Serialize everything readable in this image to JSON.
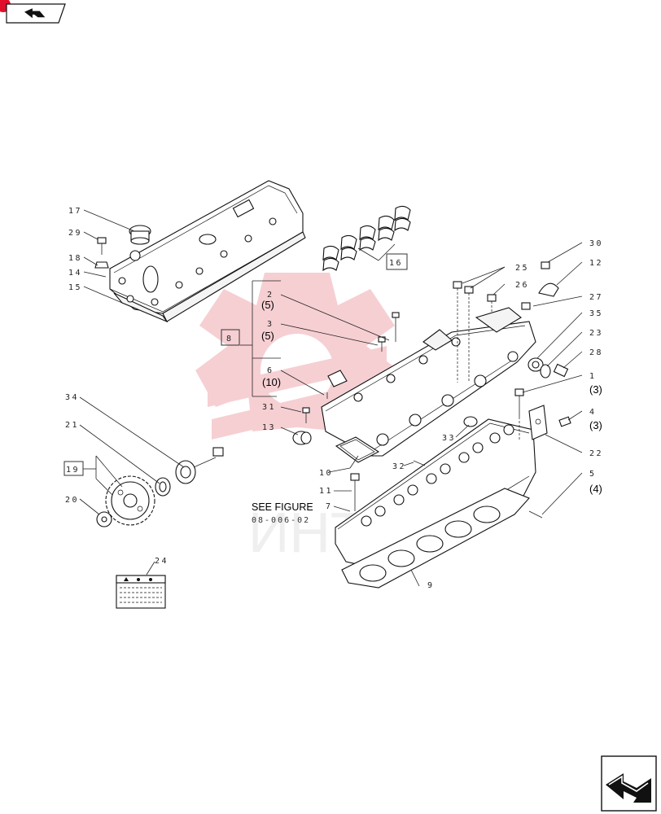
{
  "nav": {
    "back_icon": "return-arrow-icon",
    "next_icon": "return-arrow-icon",
    "marker_color": "#e0102b"
  },
  "watermark": {
    "text": "ИНТ",
    "color": "#f0a8b0"
  },
  "parts": {
    "p1": "1",
    "p2": "2",
    "p3": "3",
    "p4": "4",
    "p5": "5",
    "p6": "6",
    "p7": "7",
    "p9": "9",
    "p10": "10",
    "p11": "11",
    "p12": "12",
    "p13": "13",
    "p14": "14",
    "p15": "15",
    "p17": "17",
    "p18": "18",
    "p20": "20",
    "p21": "21",
    "p22": "22",
    "p23": "23",
    "p24": "24",
    "p25": "25",
    "p26": "26",
    "p27": "27",
    "p28": "28",
    "p29": "29",
    "p30": "30",
    "p31": "31",
    "p32": "32",
    "p33": "33",
    "p34": "34",
    "p35": "35"
  },
  "groups": {
    "g8": "8",
    "g16": "16",
    "g19": "19"
  },
  "notes": {
    "n5a": "(5)",
    "n5b": "(5)",
    "n10": "(10)",
    "n3a": "(3)",
    "n3b": "(3)",
    "n4": "(4)"
  },
  "reference": {
    "see": "SEE FIGURE",
    "figure": "08-006-02"
  }
}
